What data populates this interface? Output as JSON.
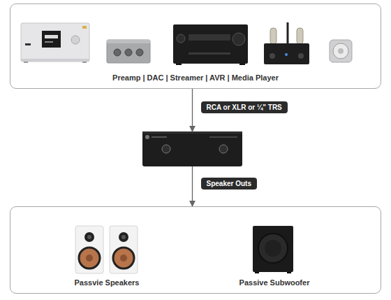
{
  "diagram": {
    "nodes": [
      {
        "text": [
          "Preamp | DAC | Streamer | AVR | Media Player"
        ]
      },
      {
        "text": []
      },
      {
        "text": [
          "Passvie Speakers",
          "Passive Subwoofer"
        ]
      }
    ],
    "edges": [
      {
        "from": 0,
        "to": 1,
        "arrow": "to",
        "label": "RCA or XLR or ¼\" TRS"
      },
      {
        "from": 1,
        "to": 2,
        "arrow": "to",
        "label": "Speaker Outs"
      }
    ]
  }
}
